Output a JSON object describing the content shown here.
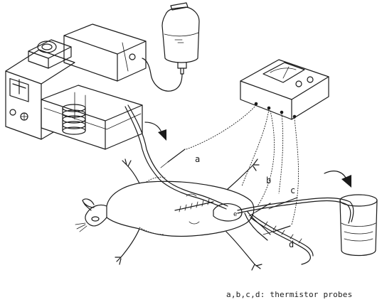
{
  "probes": [
    {
      "id": "a",
      "label": "a"
    },
    {
      "id": "b",
      "label": "b"
    },
    {
      "id": "c",
      "label": "c"
    },
    {
      "id": "d",
      "label": "d"
    },
    {
      "id": "e",
      "label": "e"
    }
  ],
  "caption": "a,b,c,d: thermistor probes"
}
